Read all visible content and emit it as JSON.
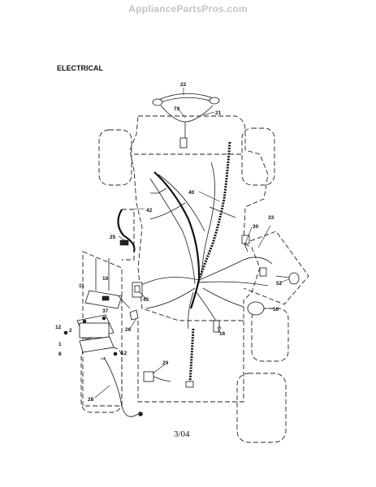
{
  "watermark": "AppliancePartsPros.com",
  "section_title": "ELECTRICAL",
  "footer": "3/04",
  "callouts": [
    "22",
    "79",
    "21",
    "40",
    "42",
    "30",
    "33",
    "25",
    "10",
    "11",
    "37",
    "2",
    "12",
    "1",
    "8",
    "45",
    "26",
    "16",
    "52",
    "50",
    "29",
    "28"
  ]
}
